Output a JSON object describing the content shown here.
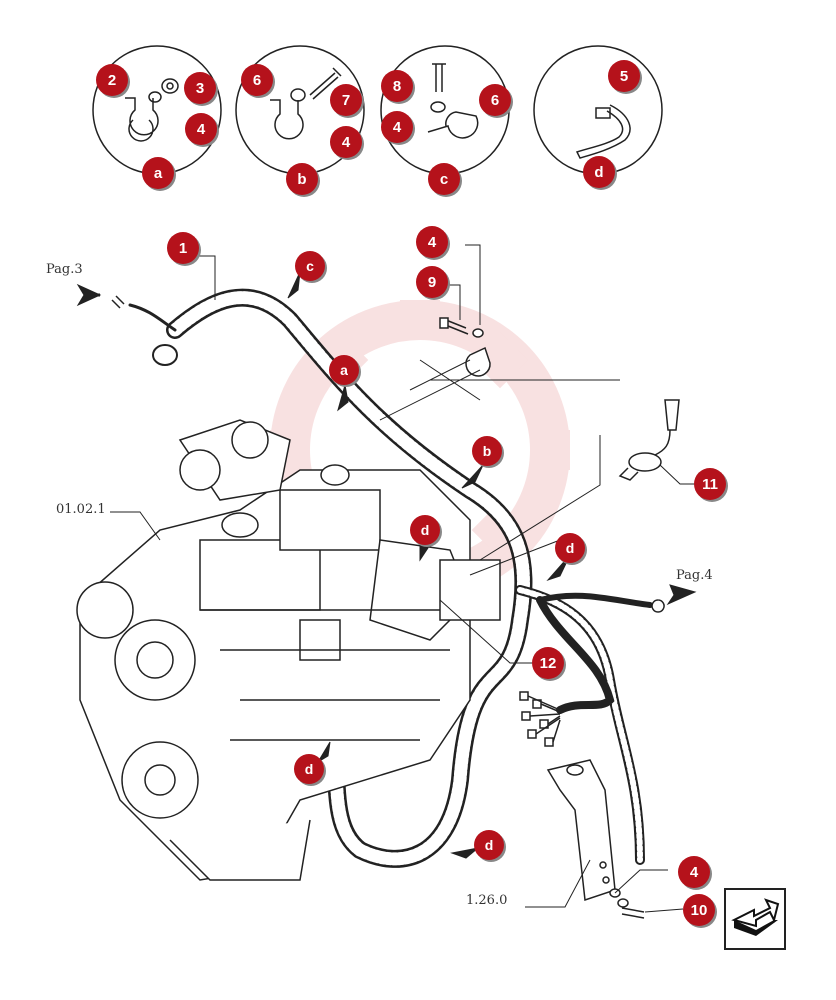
{
  "detail_circles": [
    {
      "letter": "a",
      "items": [
        "2",
        "3",
        "4"
      ]
    },
    {
      "letter": "b",
      "items": [
        "6",
        "7",
        "4"
      ]
    },
    {
      "letter": "c",
      "items": [
        "8",
        "4",
        "6"
      ]
    },
    {
      "letter": "d",
      "items": [
        "5"
      ]
    }
  ],
  "callouts": {
    "c1": "1",
    "c2": "2",
    "c3": "3",
    "c4a": "4",
    "c4b": "4",
    "c4c": "4",
    "c4d": "4",
    "c4e": "4",
    "c5": "5",
    "c6a": "6",
    "c6b": "6",
    "c7": "7",
    "c8": "8",
    "c9": "9",
    "c10": "10",
    "c11": "11",
    "c12": "12",
    "la": "a",
    "lb": "b",
    "lc": "c",
    "ld": "d",
    "ma": "a",
    "mb": "b",
    "mc": "c",
    "md1": "d",
    "md2": "d",
    "md3": "d",
    "md4": "d"
  },
  "references": {
    "pag3": "Pag.3",
    "ref_0102": "01.02.1",
    "pag4": "Pag.4",
    "ref_126": "1.26.0"
  },
  "colors": {
    "accent": "#b5121b",
    "watermark": "#f3c9c9",
    "line": "#222222"
  },
  "icons": {
    "nav": "next-page-arrow-icon"
  }
}
